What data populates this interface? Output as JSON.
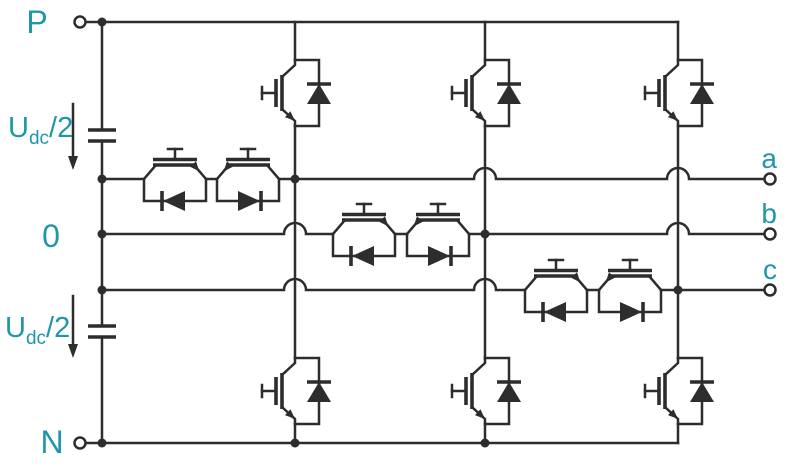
{
  "structure": {
    "type": "circuit-schematic",
    "topology": "three-phase three-level T-type inverter",
    "phase_legs": [
      "a",
      "b",
      "c"
    ],
    "dc_capacitors": 2,
    "vertical_igbts_per_leg": 2,
    "neutral_switch_igbts_per_leg": 2
  },
  "labels": {
    "p": "P",
    "n": "N",
    "neutral": "0",
    "phase_a": "a",
    "phase_b": "b",
    "phase_c": "c"
  },
  "voltage_upper": {
    "base": "U",
    "sub": "dc",
    "suffix": "/2"
  },
  "voltage_lower": {
    "base": "U",
    "sub": "dc",
    "suffix": "/2"
  },
  "colors": {
    "label_teal": "#1f97aa",
    "line": "#2d2d2d",
    "background": "#ffffff"
  }
}
